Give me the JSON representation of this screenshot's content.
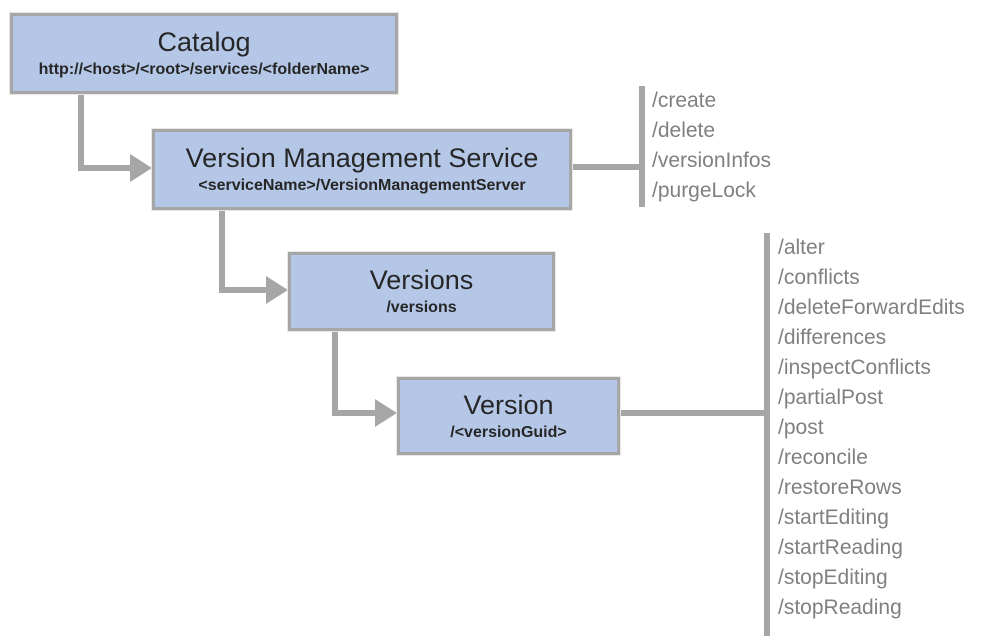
{
  "colors": {
    "box_fill": "#b4c7e7",
    "box_border": "#a6a6a6",
    "connector": "#a6a6a6",
    "title_text": "#262626",
    "ops_text": "#808080"
  },
  "nodes": {
    "catalog": {
      "title": "Catalog",
      "subtitle": "http://<host>/<root>/services/<folderName>"
    },
    "vms": {
      "title": "Version Management Service",
      "subtitle": "<serviceName>/VersionManagementServer"
    },
    "versions": {
      "title": "Versions",
      "subtitle": "/versions"
    },
    "version": {
      "title": "Version",
      "subtitle": "/<versionGuid>"
    }
  },
  "vms_ops": {
    "items": [
      "/create",
      "/delete",
      "/versionInfos",
      "/purgeLock"
    ]
  },
  "version_ops": {
    "items": [
      "/alter",
      "/conflicts",
      "/deleteForwardEdits",
      "/differences",
      "/inspectConflicts",
      "/partialPost",
      "/post",
      "/reconcile",
      "/restoreRows",
      "/startEditing",
      "/startReading",
      "/stopEditing",
      "/stopReading"
    ]
  }
}
